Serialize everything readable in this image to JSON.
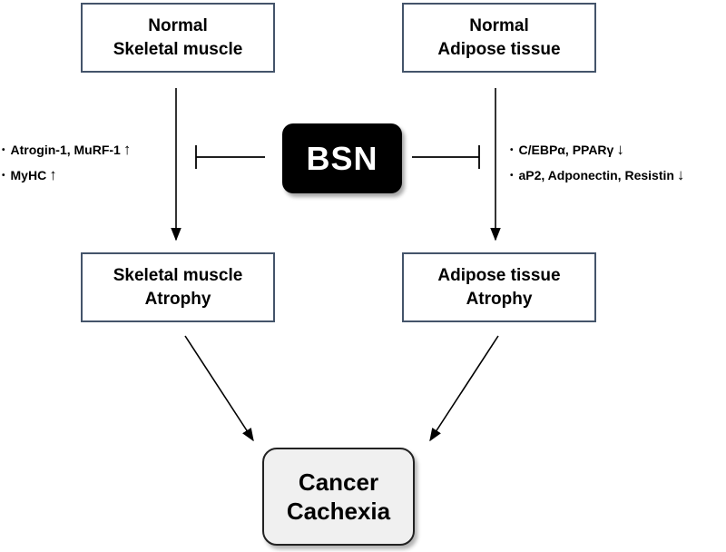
{
  "nodes": {
    "normal_muscle": [
      "Normal",
      "Skeletal muscle"
    ],
    "normal_adipose": [
      "Normal",
      "Adipose tissue"
    ],
    "bsn": "BSN",
    "muscle_atrophy": [
      "Skeletal muscle",
      "Atrophy"
    ],
    "adipose_atrophy": [
      "Adipose tissue",
      "Atrophy"
    ],
    "cachexia": [
      "Cancer",
      "Cachexia"
    ]
  },
  "muscle_markers": [
    {
      "text": "Atrogin-1, MuRF-1",
      "direction": "↑"
    },
    {
      "text": "MyHC",
      "direction": "↑"
    }
  ],
  "adipose_markers": [
    {
      "text": "C/EBPα, PPARγ",
      "direction": "↓"
    },
    {
      "text": "aP2, Adponectin, Resistin",
      "direction": "↓"
    }
  ],
  "bullet_symbol": "•"
}
